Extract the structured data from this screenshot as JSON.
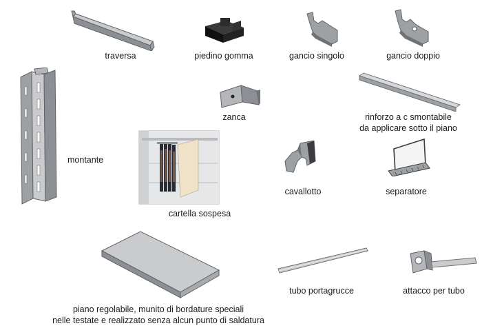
{
  "parts": {
    "traversa": "traversa",
    "piedino_gomma": "piedino gomma",
    "gancio_singolo": "gancio singolo",
    "gancio_doppio": "gancio doppio",
    "zanca": "zanca",
    "rinforzo_line1": "rinforzo a c smontabile",
    "rinforzo_line2": "da applicare sotto il piano",
    "montante": "montante",
    "cavallotto": "cavallotto",
    "separatore": "separatore",
    "cartella_sospesa": "cartella sospesa",
    "tubo_portagrucce": "tubo portagrucce",
    "attacco_per_tubo": "attacco per tubo",
    "piano_line1": "piano regolabile, munito di bordature speciali",
    "piano_line2": "nelle testate e realizzato senza alcun punto di saldatura"
  },
  "icons": [
    "traversa-icon",
    "piedino-gomma-icon",
    "gancio-singolo-icon",
    "gancio-doppio-icon",
    "zanca-icon",
    "rinforzo-icon",
    "montante-icon",
    "cavallotto-icon",
    "separatore-icon",
    "cartella-sospesa-image",
    "piano-icon",
    "tubo-icon",
    "attacco-icon"
  ],
  "colors": {
    "metal_light": "#c9cbcd",
    "metal_mid": "#9ea1a4",
    "metal_dark": "#5f6266",
    "rubber": "#1c1c1c"
  }
}
